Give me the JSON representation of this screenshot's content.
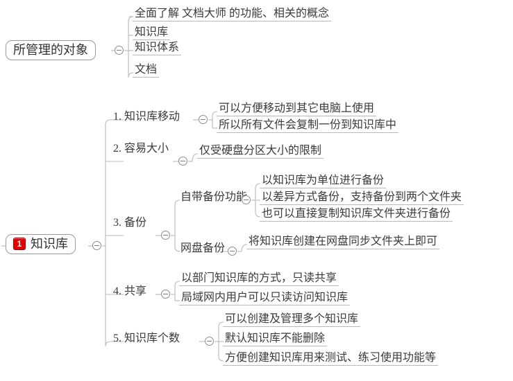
{
  "diagram": {
    "type": "mindmap",
    "title_node": "所管理的对象",
    "background": "#ffffff",
    "accent_badge_color": "#e60000",
    "line_color": "#b9b9b9"
  },
  "groups": {
    "objects": {
      "root_label": "所管理的对象",
      "children": [
        {
          "label": "全面了解 文档大师 的功能、相关的概念"
        },
        {
          "label": "知识库"
        },
        {
          "label": "知识体系"
        },
        {
          "label": "文档"
        }
      ]
    },
    "kb": {
      "root_badge": "1",
      "root_label": "知识库",
      "branches": [
        {
          "label": "1. 知识库移动",
          "children": [
            {
              "label": "可以方便移动到其它电脑上使用"
            },
            {
              "label": "所以所有文件会复制一份到知识库中"
            }
          ]
        },
        {
          "label": "2. 容易大小",
          "children": [
            {
              "label": "仅受硬盘分区大小的限制"
            }
          ]
        },
        {
          "label": "3. 备份",
          "children": [
            {
              "label": "自带备份功能",
              "children": [
                {
                  "label": "以知识库为单位进行备份"
                },
                {
                  "label": "以差异方式备份，支持备份到两个文件夹"
                },
                {
                  "label": "也可以直接复制知识库文件夹进行备份"
                }
              ]
            },
            {
              "label": "网盘备份",
              "children": [
                {
                  "label": "将知识库创建在网盘同步文件夹上即可"
                }
              ]
            }
          ]
        },
        {
          "label": "4. 共享",
          "children": [
            {
              "label": "以部门知识库的方式，只读共享"
            },
            {
              "label": "局域网内用户可以只读访问知识库"
            }
          ]
        },
        {
          "label": "5. 知识库个数",
          "children": [
            {
              "label": "可以创建及管理多个知识库"
            },
            {
              "label": "默认知识库不能删除"
            },
            {
              "label": "方便创建知识库用来测试、练习使用功能等"
            }
          ]
        }
      ]
    }
  },
  "icons": {
    "collapse": "minus-circle-icon"
  }
}
